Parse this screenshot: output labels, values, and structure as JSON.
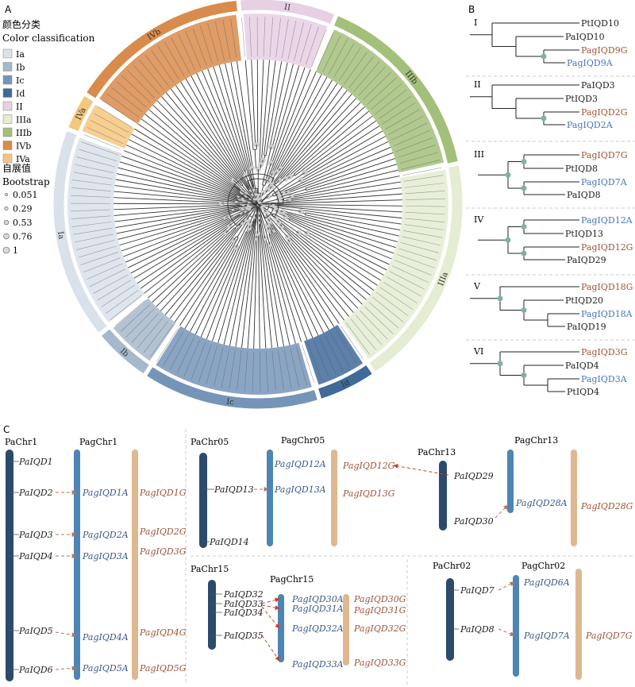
{
  "panel_labels": {
    "a": "A",
    "b": "B",
    "c": "C"
  },
  "legend": {
    "title_cn": "颜色分类",
    "title_en": "Color classification",
    "classes": [
      {
        "label": "Ia",
        "color": "#d9e1ea"
      },
      {
        "label": "Ib",
        "color": "#a6b8cb"
      },
      {
        "label": "Ic",
        "color": "#7595b8"
      },
      {
        "label": "Id",
        "color": "#3f6a9a"
      },
      {
        "label": "II",
        "color": "#e7cfe4"
      },
      {
        "label": "IIIa",
        "color": "#e4ecd2"
      },
      {
        "label": "IIIb",
        "color": "#a3c07b"
      },
      {
        "label": "IVb",
        "color": "#d98b4b"
      },
      {
        "label": "IVa",
        "color": "#f4c77e"
      }
    ],
    "bootstrap_cn": "自展值",
    "bootstrap_en": "Bootstrap",
    "bootstrap_values": [
      "0.051",
      "0.29",
      "0.53",
      "0.76",
      "1"
    ]
  },
  "circle": {
    "clade_labels": [
      "II",
      "IIIb",
      "IIIa",
      "Id",
      "Ic",
      "Ib",
      "Ia",
      "IVa",
      "IVb"
    ]
  },
  "colors": {
    "node": "#7fb49a",
    "po_a_color": "#4a76b8",
    "po_g_color": "#a0553a",
    "chr_dark": "#2c4a6b",
    "chr_mid": "#4d85b5",
    "chr_tan": "#ddb890"
  },
  "panel_b": {
    "groups": [
      {
        "label": "I",
        "taxa": [
          "PtIQD10",
          "PaIQD10",
          "PagIQD9G",
          "PagIQD9A"
        ]
      },
      {
        "label": "II",
        "taxa": [
          "PaIQD3",
          "PtIQD3",
          "PagIQD2G",
          "PagIQD2A"
        ]
      },
      {
        "label": "III",
        "taxa": [
          "PagIQD7G",
          "PtIQD8",
          "PagIQD7A",
          "PaIQD8"
        ]
      },
      {
        "label": "IV",
        "taxa": [
          "PagIQD12A",
          "PtIQD13",
          "PagIQD12G",
          "PaIQD29"
        ]
      },
      {
        "label": "V",
        "taxa": [
          "PagIQD18G",
          "PtIQD20",
          "PagIQD18A",
          "PaIQD19"
        ]
      },
      {
        "label": "VI",
        "taxa": [
          "PagIQD3G",
          "PaIQD4",
          "PagIQD3A",
          "PtIQD4"
        ]
      }
    ]
  },
  "panel_c": {
    "chr1": {
      "pa_name": "PaChr1",
      "pag_name": "PagChr1",
      "pa_genes": [
        "PaIQD1",
        "PaIQD2",
        "PaIQD3",
        "PaIQD4",
        "PaIQD5",
        "PaIQD6"
      ],
      "a_genes": [
        "PagIQD1A",
        "PagIQD2A",
        "PagIQD3A",
        "PagIQD4A",
        "PagIQD5A"
      ],
      "g_genes": [
        "PagIQD1G",
        "PagIQD2G",
        "PagIQD3G",
        "PagIQD4G",
        "PagIQD5G"
      ]
    },
    "chr05": {
      "pa_name": "PaChr05",
      "pag_name": "PagChr05",
      "pa_genes": [
        "PaIQD13",
        "PaIQD14"
      ],
      "a_genes": [
        "PagIQD12A",
        "PagIQD13A"
      ],
      "g_genes": [
        "PagIQD12G",
        "PagIQD13G"
      ]
    },
    "chr13": {
      "pa_name": "PaChr13",
      "pag_name": "PagChr13",
      "pa_genes": [
        "PaIQD29",
        "PaIQD30"
      ],
      "a_genes": [
        "PagIQD28A"
      ],
      "g_genes": [
        "PagIQD28G"
      ]
    },
    "chr15": {
      "pa_name": "PaChr15",
      "pag_name": "PagChr15",
      "pa_genes": [
        "PaIQD32",
        "PaIQD33",
        "PaIQD34",
        "PaIQD35"
      ],
      "a_genes": [
        "PagIQD30A",
        "PagIQD31A",
        "PagIQD32A",
        "PagIQD33A"
      ],
      "g_genes": [
        "PagIQD30G",
        "PagIQD31G",
        "PagIQD32G",
        "PagIQD33G"
      ]
    },
    "chr02": {
      "pa_name": "PaChr02",
      "pag_name": "PagChr02",
      "pa_genes": [
        "PaIQD7",
        "PaIQD8"
      ],
      "a_genes": [
        "PagIQD6A",
        "PagIQD7A"
      ],
      "g_genes": [
        "PagIQD7G"
      ]
    }
  }
}
